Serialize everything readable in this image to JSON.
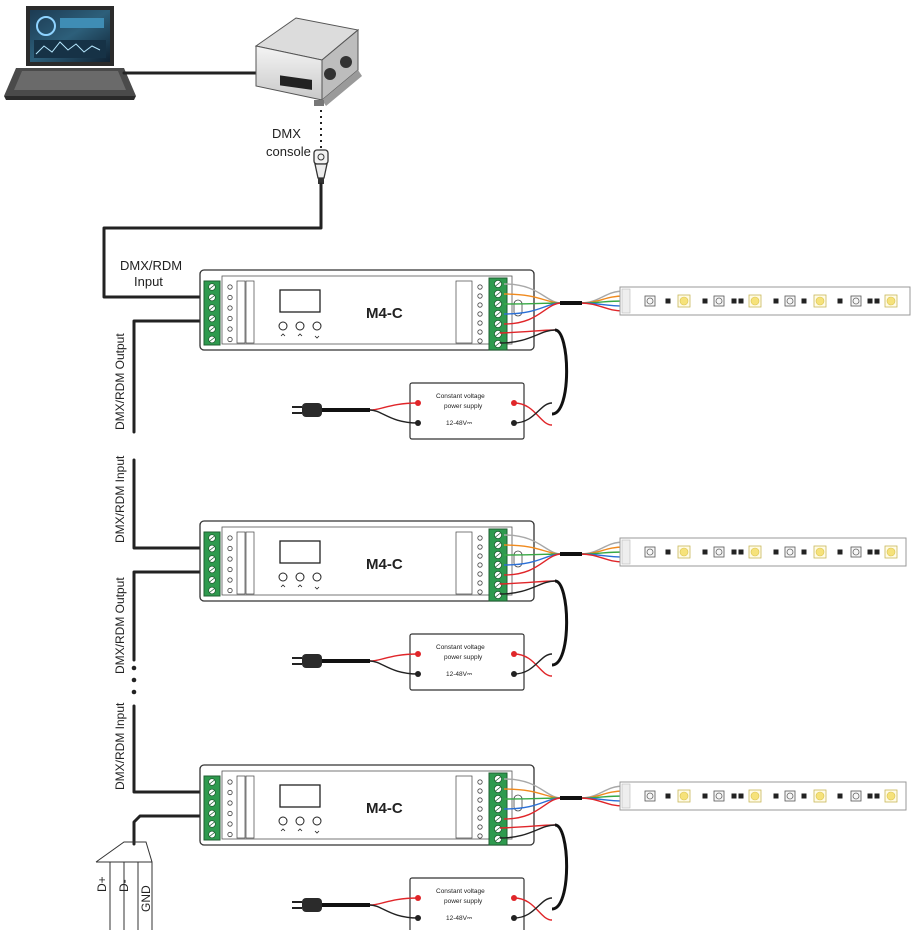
{
  "console_label": [
    "DMX",
    "console"
  ],
  "input_label_top": [
    "DMX/RDM",
    "Input"
  ],
  "vertical_labels": {
    "output_1": "DMX/RDM Output",
    "input_2": "DMX/RDM Input",
    "output_2": "DMX/RDM Output",
    "input_3": "DMX/RDM Input"
  },
  "controllers": [
    {
      "model": "M4-C"
    },
    {
      "model": "M4-C"
    },
    {
      "model": "M4-C"
    }
  ],
  "power_supply": {
    "line1": "Constant voltage",
    "line2": "power supply",
    "voltage": "12-48V⎓"
  },
  "bus_terminals": [
    "D+",
    "D-",
    "GND"
  ],
  "colors": {
    "terminal_green": "#2e9a4e",
    "wire_red": "#e0262a",
    "wire_blue": "#2a6fd6",
    "wire_green": "#38a845",
    "wire_orange": "#f08a1e",
    "wire_gray": "#a8a8a8",
    "led_yellow": "#f6e27a"
  }
}
